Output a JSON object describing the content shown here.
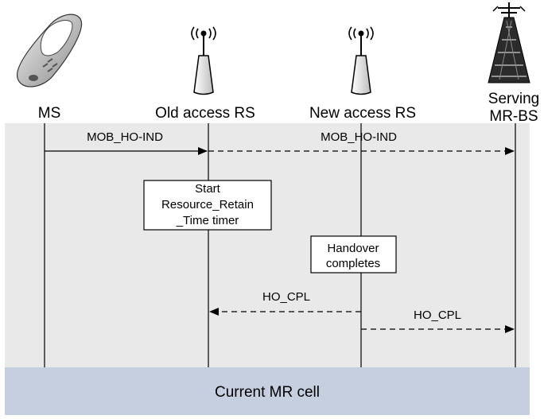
{
  "entities": {
    "ms": "MS",
    "old_rs": "Old access RS",
    "new_rs": "New access RS",
    "serving_line1": "Serving",
    "serving_line2": "MR-BS"
  },
  "messages": {
    "mob_ho_ind_1": "MOB_HO-IND",
    "mob_ho_ind_2": "MOB_HO-IND",
    "ho_cpl_1": "HO_CPL",
    "ho_cpl_2": "HO_CPL"
  },
  "boxes": {
    "timer_line1": "Start",
    "timer_line2": "Resource_Retain",
    "timer_line3": "_Time timer",
    "handover_line1": "Handover",
    "handover_line2": "completes"
  },
  "footer": "Current MR cell",
  "colors": {
    "panel": "#e9e9e9",
    "footer": "#c5cfe0"
  }
}
